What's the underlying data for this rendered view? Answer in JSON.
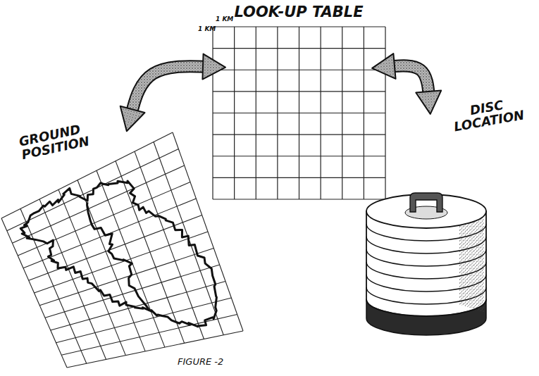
{
  "diagram": {
    "caption": "FIGURE -2",
    "nodes": [
      {
        "text": [
          "LOOK-UP TABLE"
        ]
      },
      {
        "text": [
          "GROUND POSITION"
        ]
      },
      {
        "text": [
          "DISC LOCATION"
        ]
      }
    ],
    "edges": [
      {
        "from": 1,
        "to": 0,
        "arrow": "both"
      },
      {
        "from": 0,
        "to": 2,
        "arrow": "both"
      }
    ],
    "labels": [
      "1 KM",
      "1 KM"
    ]
  }
}
